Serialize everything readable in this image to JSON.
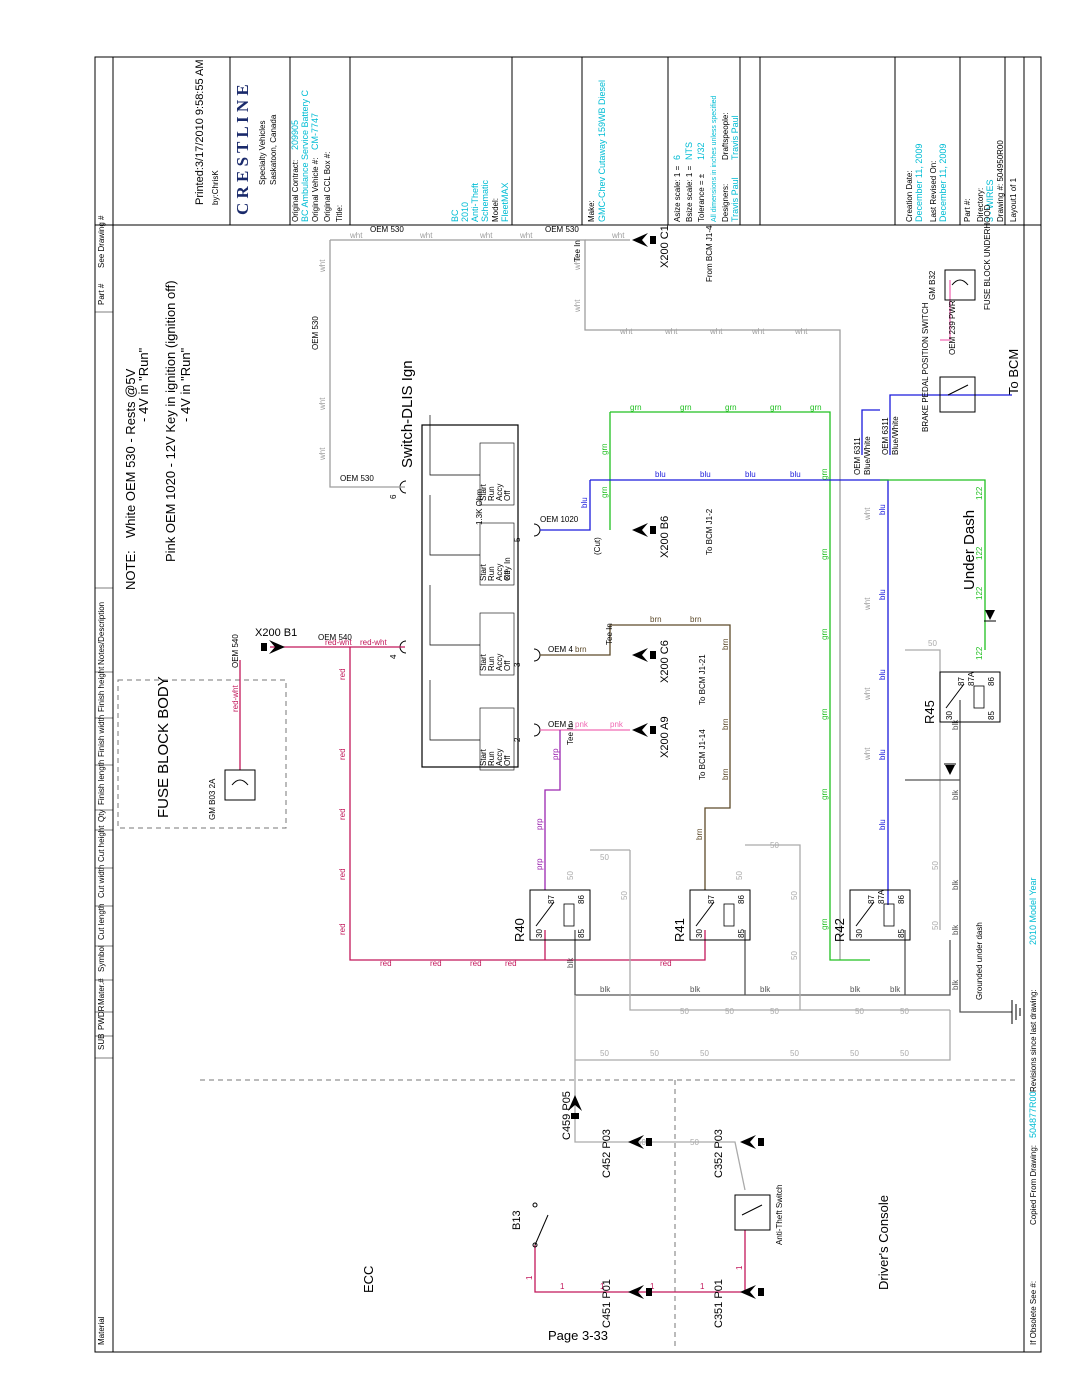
{
  "page_label": "Page 3-33",
  "diagram_title": "Switch-DLIS Ign",
  "notes": {
    "heading": "NOTE:",
    "line1": "White OEM 530  -  Rests @5V",
    "line2": "- 4V in \"Run\"",
    "line3": "Pink OEM 1020  -  12V Key in ignition (ignition off)",
    "line4": "- 4V in \"Run\""
  },
  "areas": {
    "fuse_block_body": "FUSE BLOCK BODY",
    "under_dash": "Under Dash",
    "ecc": "ECC",
    "drivers_console": "Driver's Console",
    "to_bcm": "To BCM",
    "grounded_under_dash": "Grounded under dash"
  },
  "title_block": {
    "printed": "Printed:3/17/2010 9:58:55 AM",
    "by": "by:ChrisK",
    "logo": "C R E S T L I N E",
    "company1": "Specialty Vehicles",
    "company2": "Saskatoon, Canada",
    "orig_contract_label": "Original Contract:",
    "orig_contract_value": "209905",
    "orig_contract_sub": "BC Ambulance Service Battery C",
    "orig_vehicle_label": "Original Vehicle #:",
    "orig_vehicle_value": "CM-7747",
    "orig_ccl_label": "Original CCL Box #:",
    "title_label": "Title:",
    "title_value1": "BC",
    "title_value2": "2010",
    "title_value3": "Anti-Theft",
    "title_value4": "Schematic",
    "model_label": "Model:",
    "model_value": "FleetMAX",
    "make_label": "Make:",
    "make_value": "GMC-Chev Cutaway 159WB Diesel",
    "asize": "Asize scale:  1 =",
    "asize_val": "6",
    "bsize": "Bsize scale:  1 =",
    "bsize_val": "NTS",
    "tol": "Tolerance = ±",
    "tol_val": "1/32",
    "tol_note": "All dimensions in inches unless specified",
    "designers_label": "Designers:",
    "designers_value": "Travis Paul",
    "draftspeople_label": "Draftspeople:",
    "draftspeople_value": "Travis Paul",
    "creation_label": "Creation Date:",
    "creation_value": "December 11, 2009",
    "revised_label": "Last Revised On:",
    "revised_value": "December 11, 2009",
    "part_label": "Part #:",
    "directory_label": "Directory:",
    "directory_value": "3 - WIRES",
    "drawing_label": "Drawing #: 504950R00",
    "layout_label": "Layout1 of 1"
  },
  "header_cols": [
    "Material",
    "SUB",
    "PWDR",
    "Mater.#",
    "Symbol",
    "Cut length",
    "Cut width",
    "Cut height",
    "Qty",
    "Finish length",
    "Finish width",
    "Finish height",
    "Notes/Description",
    "Part #",
    "See Drawing #"
  ],
  "bottom_row": {
    "obsolete": "If Obsolete See #:",
    "copied": "Copied From Drawing:",
    "copied_value": "504877R00",
    "revisions": "Revisions since last drawing:",
    "revisions_value": "2010 Model Year"
  },
  "switch": {
    "positions": [
      "Start",
      "Run",
      "Accy",
      "Off"
    ],
    "resistor": "1.3K Ohm",
    "key_in": "Key In",
    "pins": [
      "2",
      "3",
      "4",
      "5",
      "6"
    ]
  },
  "wires": {
    "oem530": "OEM 530",
    "oem540": "OEM 540",
    "oem1020": "OEM 1020",
    "oem4": "OEM 4",
    "oem3": "OEM 3",
    "oem6311": "OEM 6311",
    "oem6311_color": "Blue/White",
    "oem239": "OEM 239 PWR",
    "wht": "wht",
    "red": "red",
    "red_wht": "red-wht",
    "grn": "grn",
    "blu": "blu",
    "brn": "brn",
    "pnk": "pnk",
    "prp": "prp",
    "blk": "blk",
    "n50": "50",
    "n122": "122",
    "n1": "1",
    "tee_in": "Tee In",
    "cut": "(Cut)"
  },
  "connectors": {
    "x200b1": "X200 B1",
    "x200c1": "X200 C1",
    "x200b6": "X200 B6",
    "x200c6": "X200 C6",
    "x200a9": "X200 A9",
    "c459": "C459 P05",
    "c452": "C452 P03",
    "c352": "C352 P03",
    "c451": "C451 P01",
    "c351": "C351 P01"
  },
  "bcm": {
    "j1_4": "From BCM J1-4",
    "j1_2": "To BCM J1-2",
    "j1_21": "To BCM J1-21",
    "j1_14": "To BCM J1-14"
  },
  "components": {
    "gm_b03": "GM B03 2A",
    "gm_b32": "GM B32",
    "fuse_underhood": "FUSE BLOCK UNDERHOOD",
    "brake": "BRAKE PEDAL POSITION SWITCH",
    "b13": "B13",
    "anti_theft": "Anti-Theft Switch",
    "relays": [
      "R40",
      "R41",
      "R42",
      "R45"
    ],
    "relay_pins": [
      "30",
      "87",
      "87A",
      "86",
      "85"
    ]
  },
  "colors": {
    "wht": "#9e9e9e",
    "red": "#c2185b",
    "grn": "#21c021",
    "blu": "#1a1adc",
    "brn": "#5d4a2a",
    "pnk": "#f06ab4",
    "prp": "#9c27b0",
    "blk": "#555555",
    "cyan": "#00bcd4"
  }
}
